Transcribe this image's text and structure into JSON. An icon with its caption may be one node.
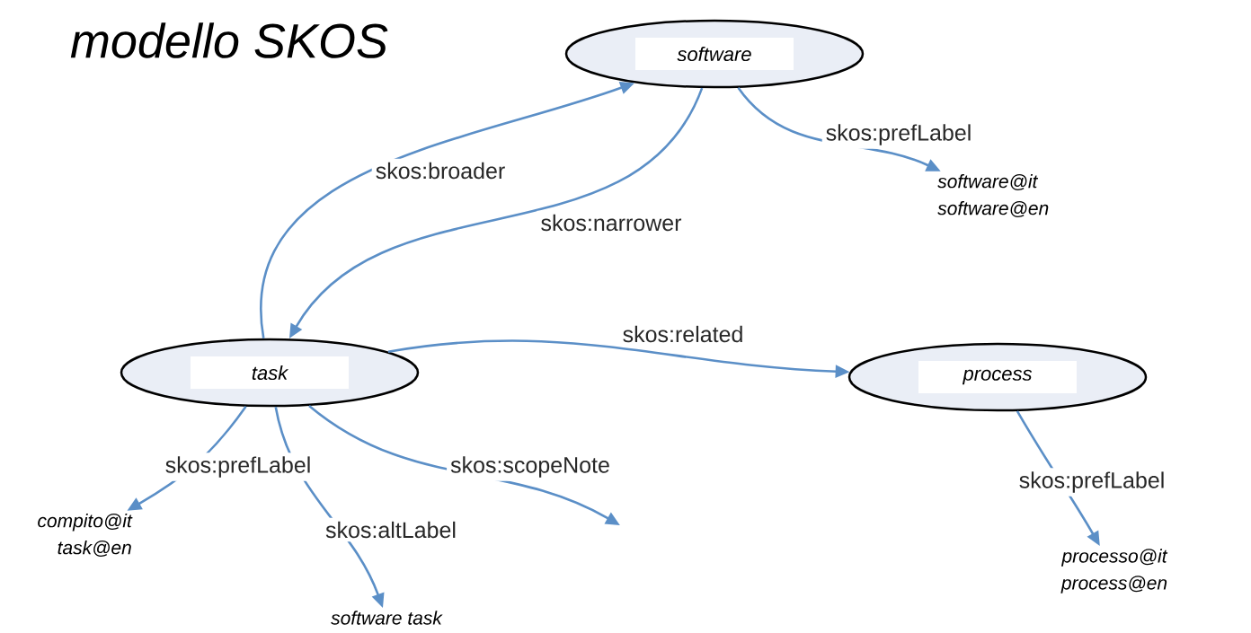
{
  "diagram": {
    "title": "modello SKOS",
    "nodes": [
      {
        "text": [
          "software"
        ]
      },
      {
        "text": [
          "task"
        ]
      },
      {
        "text": [
          "process"
        ]
      },
      {
        "text": [
          "software@it",
          "software@en"
        ]
      },
      {
        "text": [
          "compito@it",
          "task@en"
        ]
      },
      {
        "text": [
          "software task"
        ]
      },
      {
        "text": [
          "processo@it",
          "process@en"
        ]
      }
    ],
    "edges": [
      {
        "from": 1,
        "to": 0,
        "arrow": "to",
        "label": "skos:broader"
      },
      {
        "from": 0,
        "to": 1,
        "arrow": "to",
        "label": "skos:narrower"
      },
      {
        "from": 0,
        "to": 3,
        "arrow": "to",
        "label": "skos:prefLabel"
      },
      {
        "from": 1,
        "to": 2,
        "arrow": "to",
        "label": "skos:related"
      },
      {
        "from": 1,
        "to": 4,
        "arrow": "to",
        "label": "skos:prefLabel"
      },
      {
        "from": 1,
        "to": 5,
        "arrow": "to",
        "label": "skos:altLabel"
      },
      {
        "from": 1,
        "to": null,
        "arrow": "to",
        "label": "skos:scopeNote"
      },
      {
        "from": 2,
        "to": 6,
        "arrow": "to",
        "label": "skos:prefLabel"
      }
    ]
  }
}
